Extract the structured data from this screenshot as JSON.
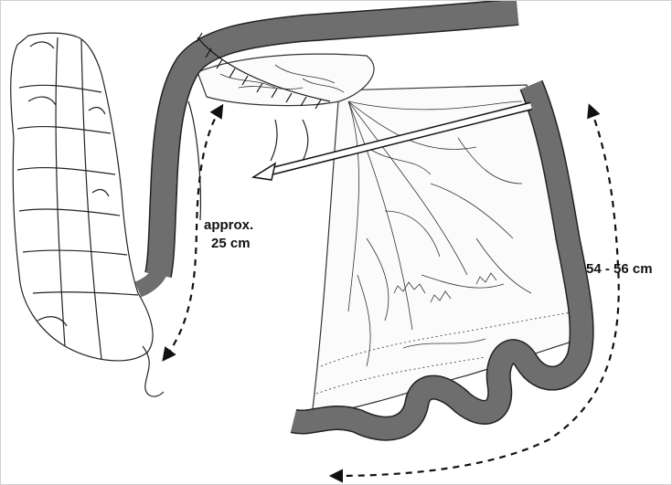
{
  "labels": {
    "short_segment": [
      "approx.",
      "25 cm"
    ],
    "long_segment": "54 - 56 cm"
  },
  "colors": {
    "bowel_wall": "#6e6e6e",
    "outline": "#222222",
    "background": "#ffffff"
  }
}
